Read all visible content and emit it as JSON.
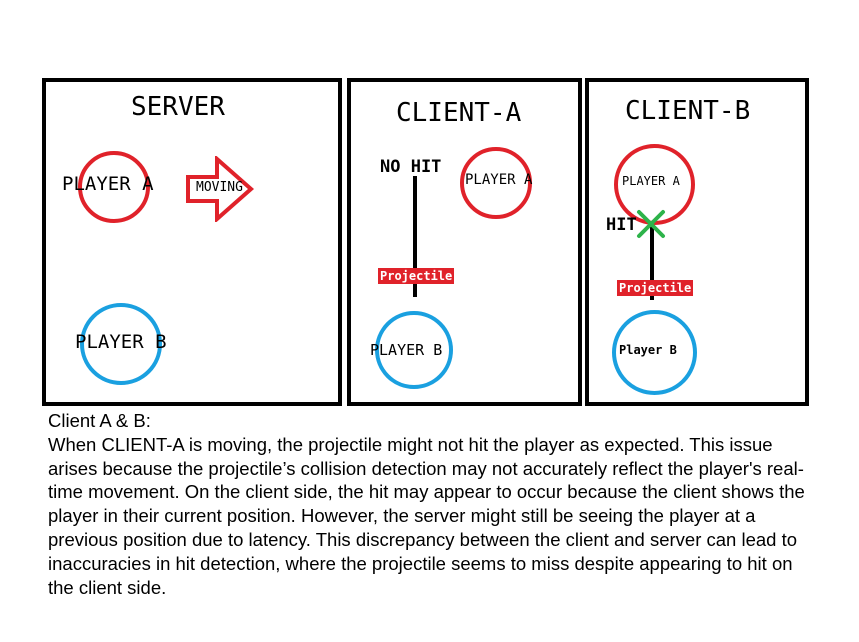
{
  "panels": {
    "server": {
      "title": "SERVER",
      "player_a": "PLAYER A",
      "moving": "MOVING",
      "player_b": "PLAYER B"
    },
    "client_a": {
      "title": "CLIENT-A",
      "no_hit": "NO HIT",
      "player_a": "PLAYER A",
      "projectile": "Projectile",
      "player_b": "PLAYER B"
    },
    "client_b": {
      "title": "CLIENT-B",
      "player_a": "PLAYER A",
      "hit": "HIT",
      "projectile": "Projectile",
      "player_b": "Player B"
    }
  },
  "description": {
    "heading": "Client A & B:",
    "body": "When CLIENT-A is moving, the projectile might not hit the player as expected. This issue arises because the projectile’s collision detection may not accurately reflect the player's real-time movement. On the client side, the hit may appear to occur because the client shows the player in their current position. However, the server might still be seeing the player at a previous position due to latency. This discrepancy between the client and server can lead to inaccuracies in hit detection, where the projectile seems to miss despite appearing to hit on the client side."
  },
  "colors": {
    "red": "#e0222a",
    "blue": "#1aa0e0",
    "green": "#2db34a"
  }
}
